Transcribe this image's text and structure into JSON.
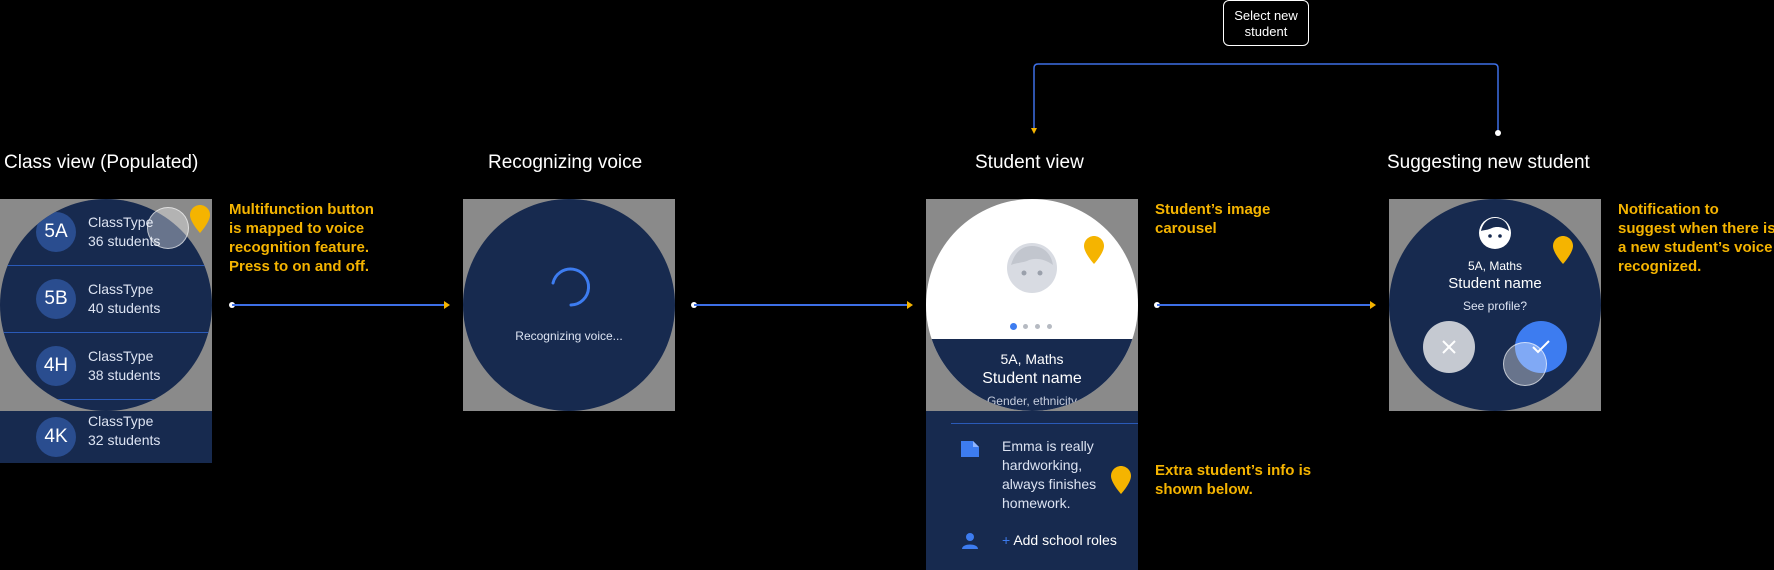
{
  "screens": {
    "class_view": {
      "title": "Class view (Populated)",
      "rows": [
        {
          "code": "5A",
          "type": "ClassType",
          "count": "36 students"
        },
        {
          "code": "5B",
          "type": "ClassType",
          "count": "40 students"
        },
        {
          "code": "4H",
          "type": "ClassType",
          "count": "38 students"
        },
        {
          "code": "4K",
          "type": "ClassType",
          "count": "32 students"
        }
      ]
    },
    "recognizing": {
      "title": "Recognizing voice",
      "status": "Recognizing voice..."
    },
    "student_view": {
      "title": "Student view",
      "class_subject": "5A, Maths",
      "name": "Student name",
      "details": "Gender, ethnicity",
      "note_lines": [
        "Emma is really",
        "hardworking,",
        "always finishes",
        "homework."
      ],
      "add_roles": "Add school roles",
      "plus": "+"
    },
    "suggesting": {
      "title": "Suggesting new student",
      "class_subject": "5A, Maths",
      "name": "Student name",
      "prompt": "See profile?"
    }
  },
  "annotations": {
    "multifunction": [
      "Multifunction button",
      "is mapped to voice",
      "recognition feature.",
      "Press to on and off."
    ],
    "carousel": [
      "Student’s image",
      "carousel"
    ],
    "extra_info": [
      "Extra student’s info is",
      "shown below."
    ],
    "notification": [
      "Notification to",
      "suggest when there is",
      "a new student’s voice",
      "recognized."
    ]
  },
  "flow_label": [
    "Select new",
    "student"
  ],
  "colors": {
    "background": "#000000",
    "watch_face": "#172a4f",
    "accent_blue": "#3d6fe6",
    "annotation_yellow": "#f5b400",
    "frame_gray": "#8a8a8a"
  }
}
